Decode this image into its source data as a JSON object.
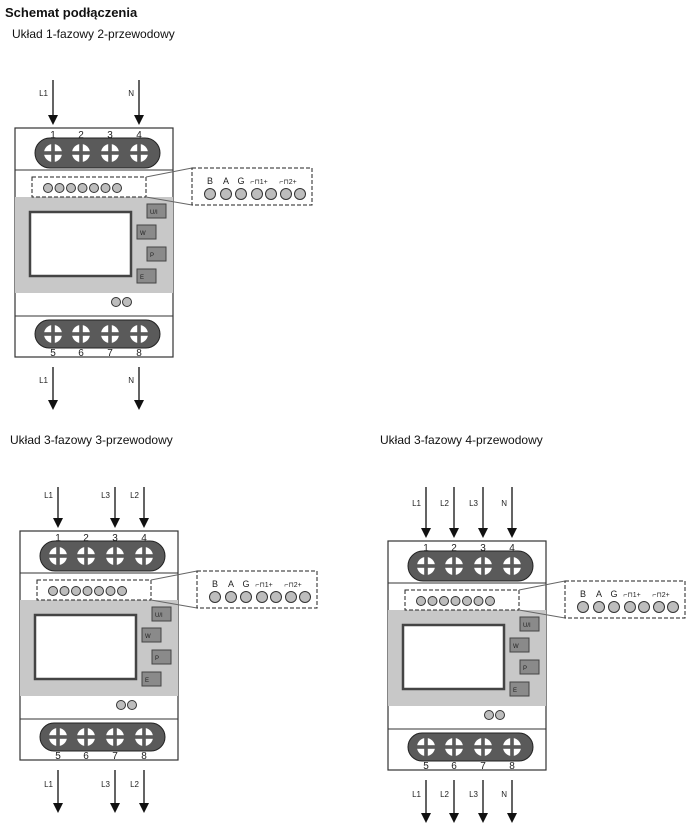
{
  "title": "Schemat podłączenia",
  "colors": {
    "body_gray": "#c8c8c8",
    "terminal_bar": "#5a5a5a",
    "circle_fill": "#bdbdbd"
  },
  "diagrams": [
    {
      "heading": "Układ 1-fazowy 2-przewodowy",
      "terminals_top": [
        "1",
        "2",
        "3",
        "4"
      ],
      "terminals_bottom": [
        "5",
        "6",
        "7",
        "8"
      ],
      "inputs": [
        {
          "label": "L1",
          "terminal": 0
        },
        {
          "label": "N",
          "terminal": 3
        }
      ],
      "outputs": [
        {
          "label": "L1",
          "terminal": 0
        },
        {
          "label": "N",
          "terminal": 3
        }
      ]
    },
    {
      "heading": "Układ 3-fazowy 3-przewodowy",
      "terminals_top": [
        "1",
        "2",
        "3",
        "4"
      ],
      "terminals_bottom": [
        "5",
        "6",
        "7",
        "8"
      ],
      "inputs": [
        {
          "label": "L1",
          "terminal": 0
        },
        {
          "label": "L3",
          "terminal": 2
        },
        {
          "label": "L2",
          "terminal": 3
        }
      ],
      "outputs": [
        {
          "label": "L1",
          "terminal": 0
        },
        {
          "label": "L3",
          "terminal": 2
        },
        {
          "label": "L2",
          "terminal": 3
        }
      ]
    },
    {
      "heading": "Układ 3-fazowy 4-przewodowy",
      "terminals_top": [
        "1",
        "2",
        "3",
        "4"
      ],
      "terminals_bottom": [
        "5",
        "6",
        "7",
        "8"
      ],
      "inputs": [
        {
          "label": "L1",
          "terminal": 0
        },
        {
          "label": "L2",
          "terminal": 1
        },
        {
          "label": "L3",
          "terminal": 2
        },
        {
          "label": "N",
          "terminal": 3
        }
      ],
      "outputs": [
        {
          "label": "L1",
          "terminal": 0
        },
        {
          "label": "L2",
          "terminal": 1
        },
        {
          "label": "L3",
          "terminal": 2
        },
        {
          "label": "N",
          "terminal": 3
        }
      ]
    }
  ],
  "comm_port_labels": [
    "B",
    "A",
    "G",
    "⌐⊓1+",
    "⌐⊓2+"
  ],
  "buttons": [
    "U/I",
    "W",
    "P",
    "E"
  ]
}
